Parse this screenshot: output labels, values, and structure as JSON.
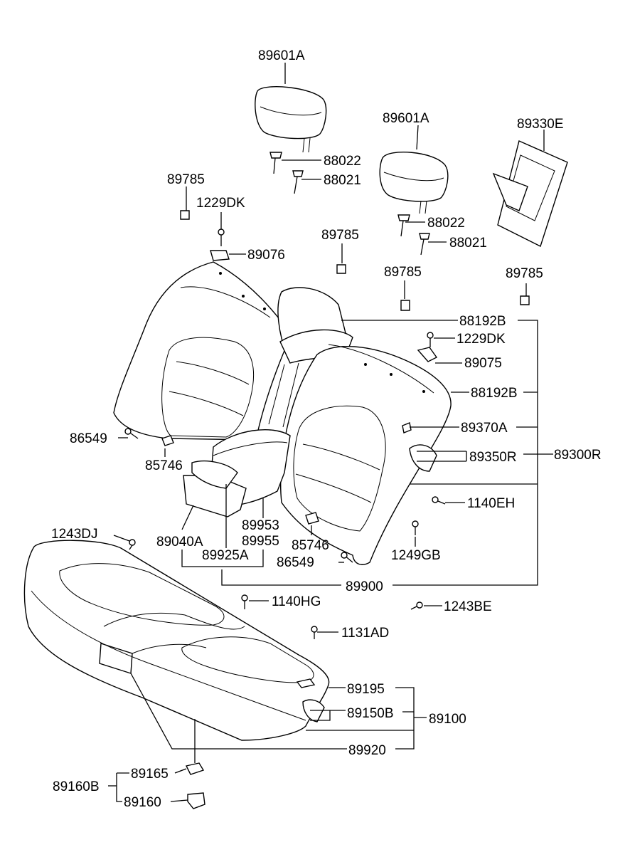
{
  "labels": {
    "l_89601A_top": "89601A",
    "l_89601A_mid": "89601A",
    "l_89330E": "89330E",
    "l_88022_top": "88022",
    "l_88021_top": "88021",
    "l_89785_left": "89785",
    "l_1229DK_top": "1229DK",
    "l_89076": "89076",
    "l_89785_mid": "89785",
    "l_88022_mid": "88022",
    "l_88021_mid": "88021",
    "l_89785_c": "89785",
    "l_89785_right": "89785",
    "l_88192B_top": "88192B",
    "l_1229DK_mid": "1229DK",
    "l_89075": "89075",
    "l_88192B_mid": "88192B",
    "l_89370A": "89370A",
    "l_86549_left": "86549",
    "l_89350R": "89350R",
    "l_89300R": "89300R",
    "l_85746_left": "85746",
    "l_1140EH": "1140EH",
    "l_1243DJ": "1243DJ",
    "l_89953": "89953",
    "l_89040A": "89040A",
    "l_89955": "89955",
    "l_85746_right": "85746",
    "l_1249GB": "1249GB",
    "l_89925A": "89925A",
    "l_86549_right": "86549",
    "l_89900": "89900",
    "l_1140HG": "1140HG",
    "l_1243BE": "1243BE",
    "l_1131AD": "1131AD",
    "l_89195": "89195",
    "l_89150B": "89150B",
    "l_89100": "89100",
    "l_89920": "89920",
    "l_89165": "89165",
    "l_89160B": "89160B",
    "l_89160": "89160"
  }
}
